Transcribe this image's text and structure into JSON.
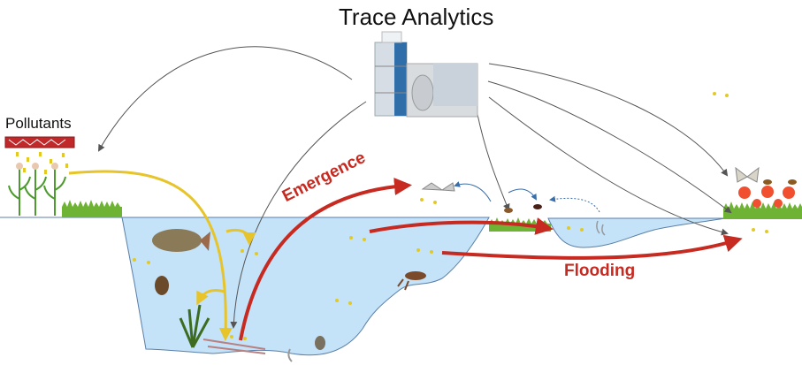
{
  "diagram": {
    "title": "Trace Analytics",
    "labels": {
      "pollutants": "Pollutants",
      "emergence": "Emergence",
      "flooding": "Flooding"
    },
    "colors": {
      "water": "#c4e2f8",
      "water_edge": "#5a7fa8",
      "pollutant_flow": "#e6c42a",
      "transfer_flow": "#c62a20",
      "analysis_arrow": "#555555",
      "insect_arrow": "#3a6ea8",
      "grass": "#5aa02a",
      "pollutant_dot": "#e3c924"
    },
    "elements": [
      "mass-spectrometer-instrument",
      "crop-sprayer",
      "maize-plants",
      "grass-bank-left",
      "fish",
      "water-beetle",
      "aquatic-plant",
      "leaf-litter",
      "worm",
      "amphipod",
      "crayfish",
      "moth",
      "spider",
      "mosquito",
      "midge-larvae",
      "butterfly",
      "bees",
      "flowers"
    ]
  }
}
